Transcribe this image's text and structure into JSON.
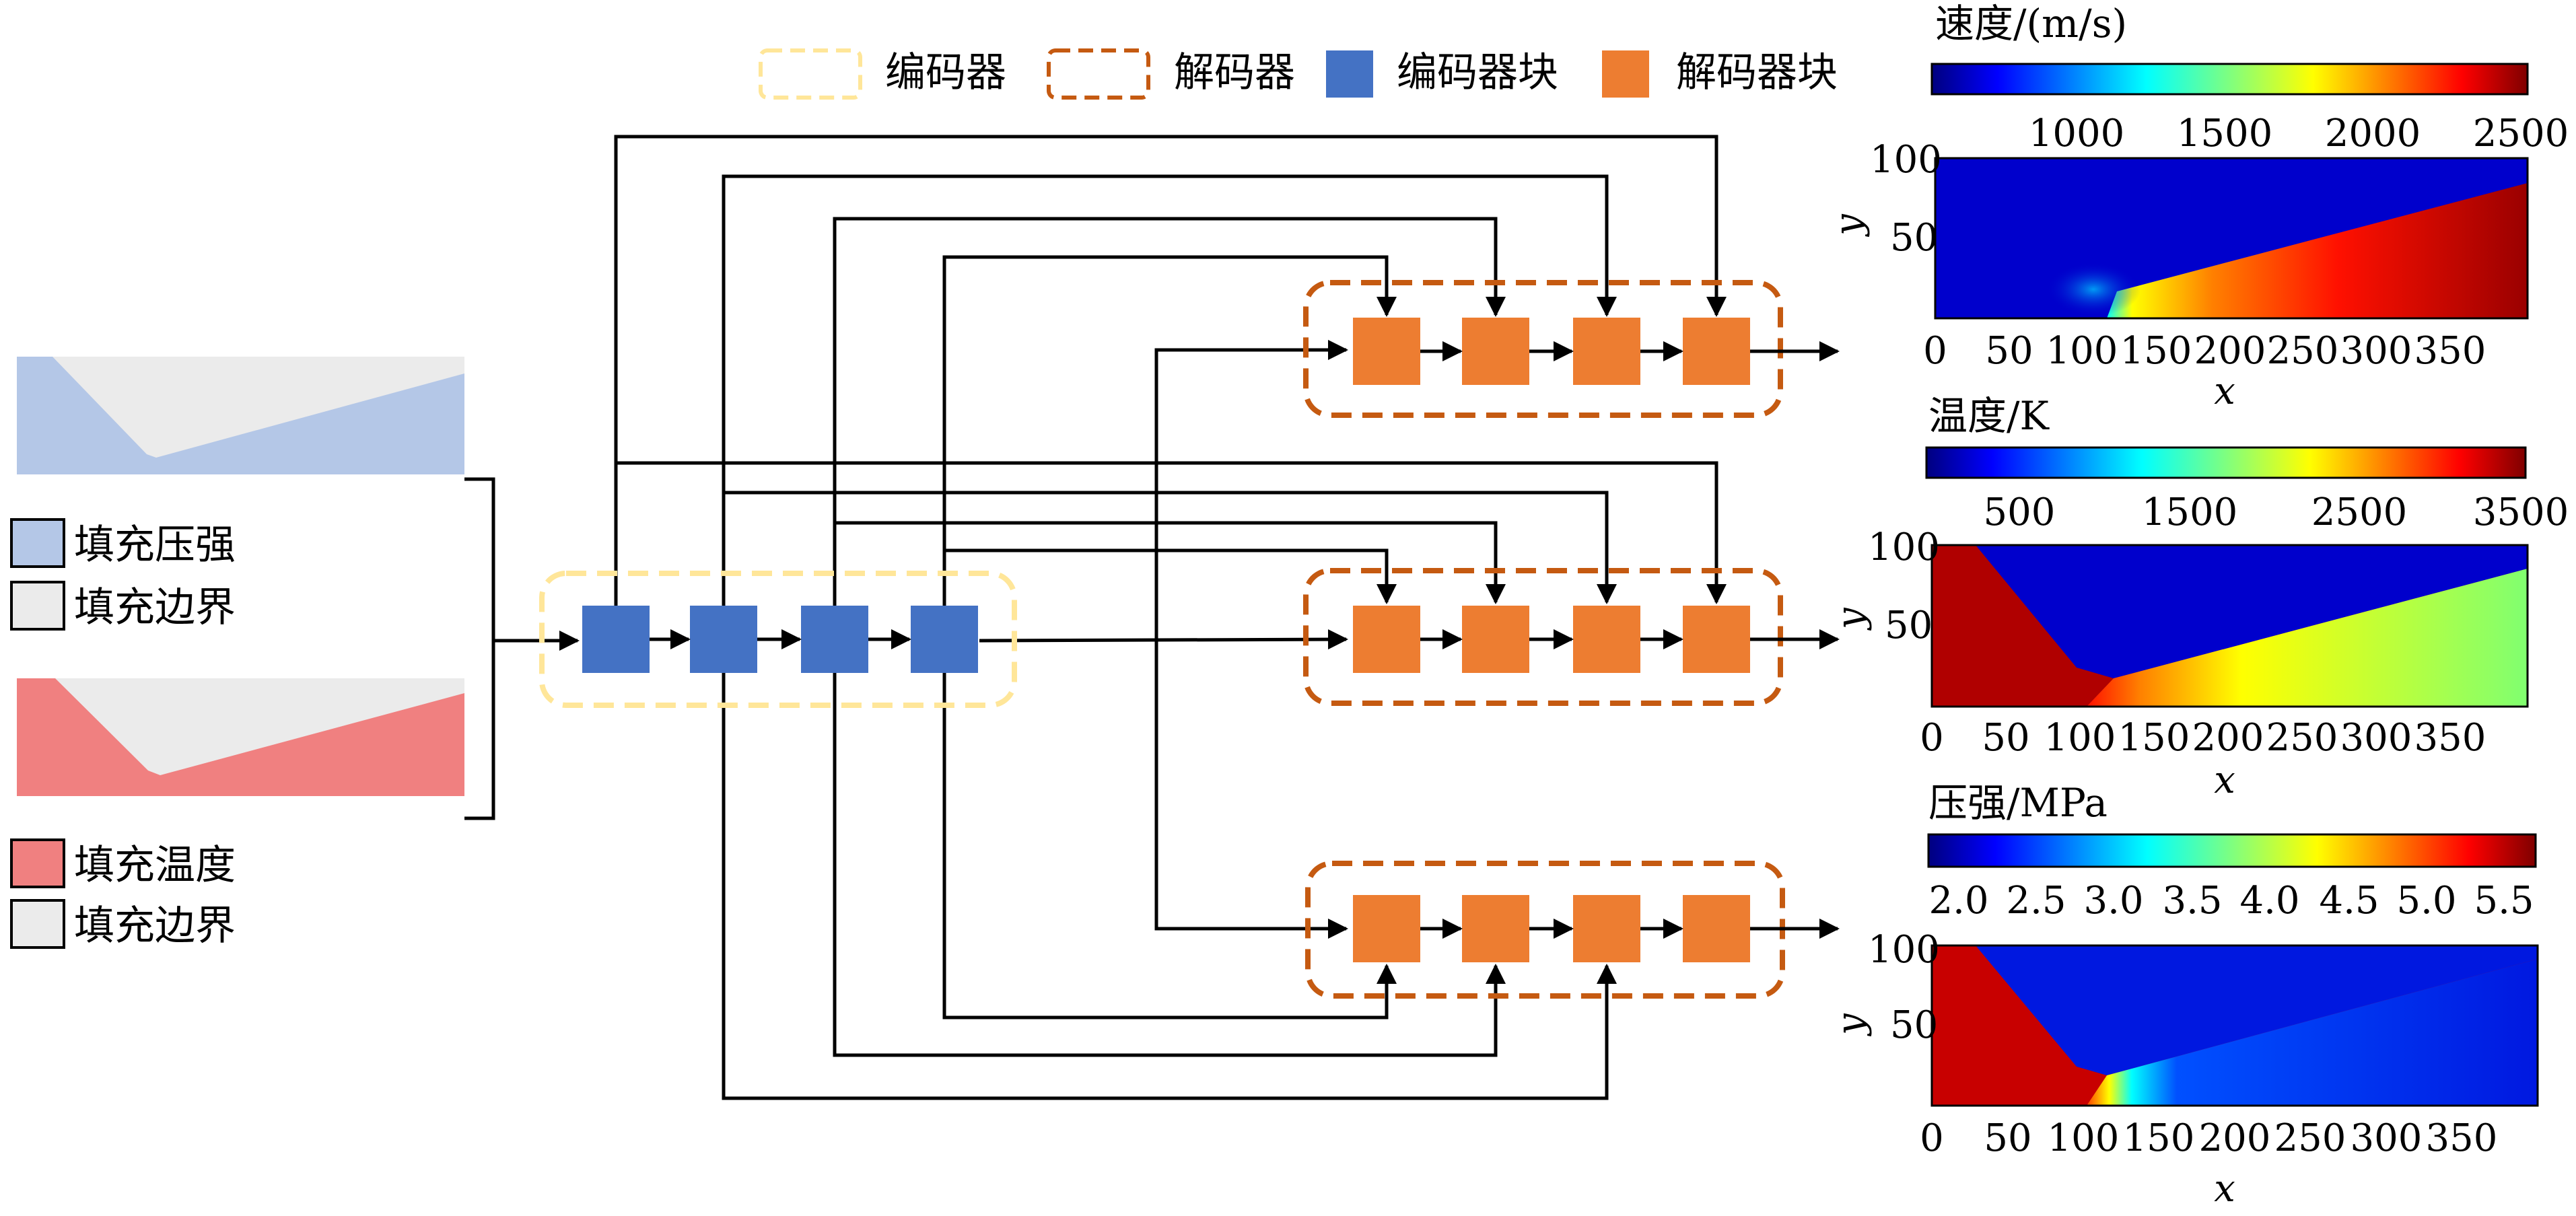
{
  "legend": {
    "encoder": "编码器",
    "decoder": "解码器",
    "encoder_block": "编码器块",
    "decoder_block": "解码器块"
  },
  "inputs": {
    "pressure_fill": "填充压强",
    "boundary_fill_1": "填充边界",
    "temperature_fill": "填充温度",
    "boundary_fill_2": "填充边界"
  },
  "colors": {
    "encoder_block": "#4472C4",
    "decoder_block": "#ED7D31",
    "encoder_border": "#FFE699",
    "decoder_border": "#C55A11",
    "pressure_fill": "#B4C7E7",
    "temperature_fill": "#F08080",
    "boundary_fill": "#EBEBEB"
  },
  "plots": [
    {
      "title": "速度/(m/s)",
      "colorbar_ticks": [
        "1000",
        "1500",
        "2000",
        "2500"
      ],
      "y_ticks": [
        "100",
        "50"
      ],
      "x_ticks": [
        "0",
        "50",
        "100",
        "150",
        "200",
        "250",
        "300",
        "350"
      ],
      "xlabel": "x",
      "ylabel": "y"
    },
    {
      "title": "温度/K",
      "colorbar_ticks": [
        "500",
        "1500",
        "2500",
        "3500"
      ],
      "y_ticks": [
        "100",
        "50"
      ],
      "x_ticks": [
        "0",
        "50",
        "100",
        "150",
        "200",
        "250",
        "300",
        "350"
      ],
      "xlabel": "x",
      "ylabel": "y"
    },
    {
      "title": "压强/MPa",
      "colorbar_ticks": [
        "2.0",
        "2.5",
        "3.0",
        "3.5",
        "4.0",
        "4.5",
        "5.0",
        "5.5"
      ],
      "y_ticks": [
        "100",
        "50"
      ],
      "x_ticks": [
        "0",
        "50",
        "100",
        "150",
        "200",
        "250",
        "300",
        "350"
      ],
      "xlabel": "x",
      "ylabel": "y"
    }
  ]
}
